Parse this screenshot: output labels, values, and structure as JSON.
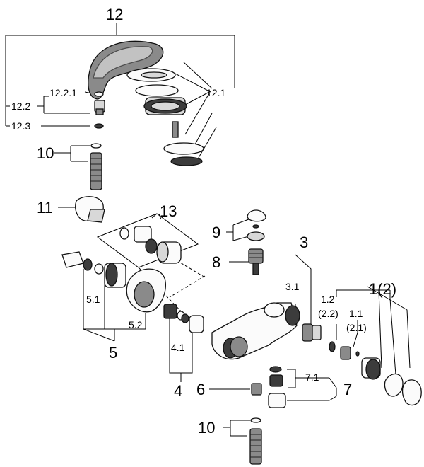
{
  "labels": {
    "l12": "12",
    "l12_1": "12.1",
    "l12_2": "12.2",
    "l12_2_1": "12.2.1",
    "l12_3": "12.3",
    "l10_top": "10",
    "l11": "11",
    "l13": "13",
    "l9": "9",
    "l8": "8",
    "l3": "3",
    "l3_1": "3.1",
    "l1_2": "1.2",
    "l2_2": "(2.2)",
    "l1": "1(2)",
    "l1_1": "1.1",
    "l2_1": "(2.1)",
    "l5_1": "5.1",
    "l5_2": "5.2",
    "l5": "5",
    "l4_1": "4.1",
    "l4": "4",
    "l6": "6",
    "l7_1": "7.1",
    "l7": "7",
    "l10_bot": "10"
  }
}
